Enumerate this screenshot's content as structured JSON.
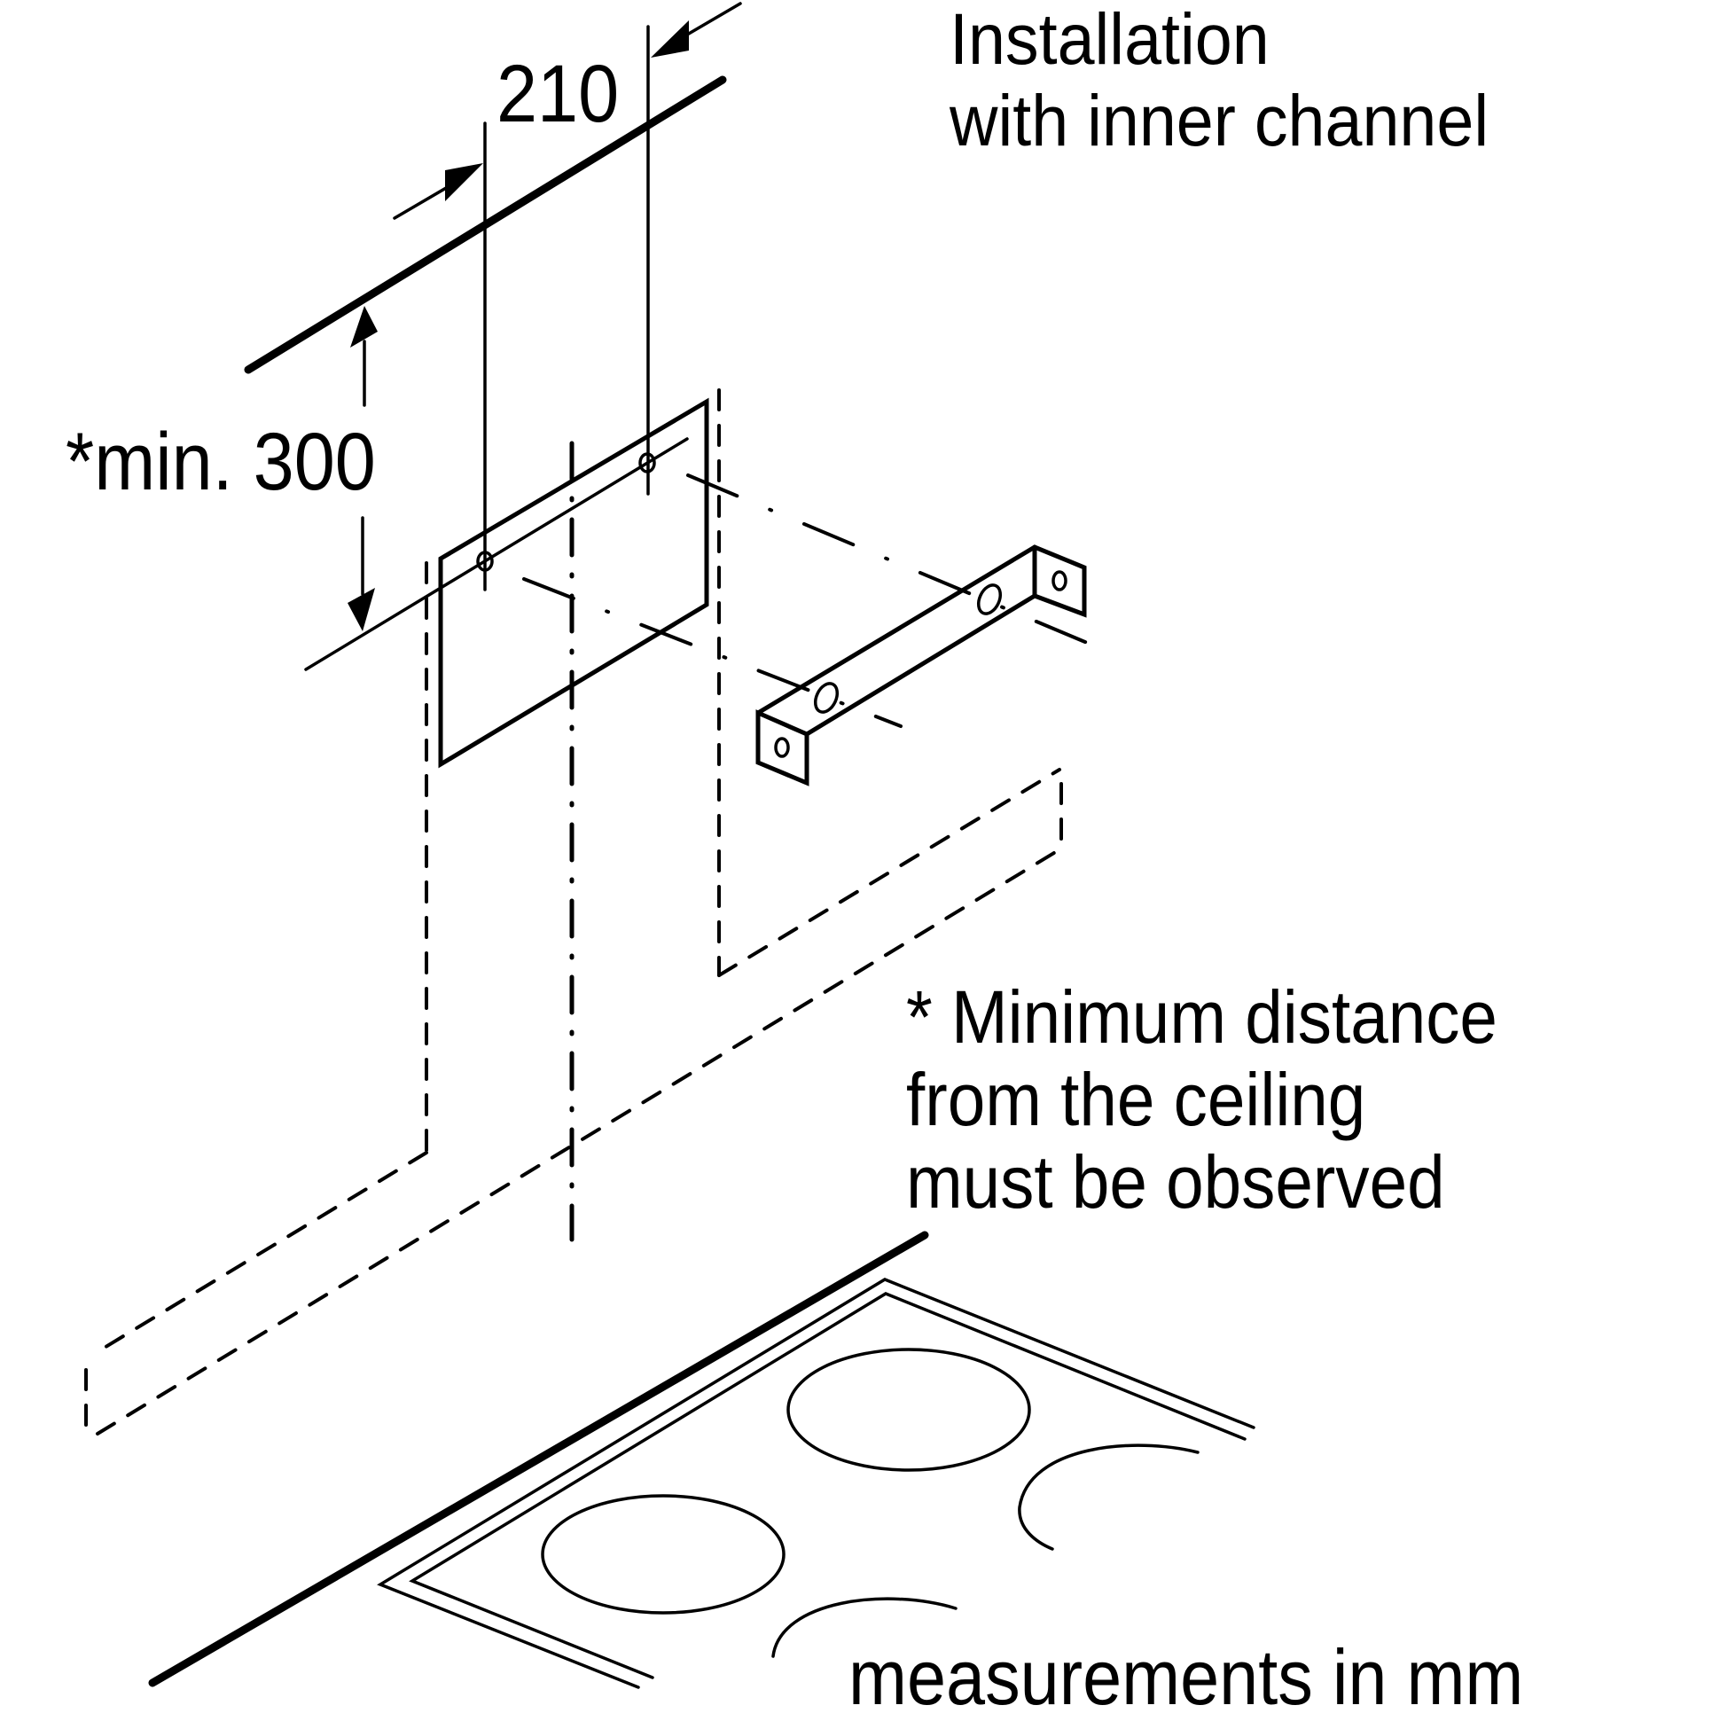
{
  "diagram": {
    "title_lines": [
      "Installation",
      "with inner channel"
    ],
    "dimensions": {
      "width_label": "210",
      "min_distance_label": "*min. 300"
    },
    "note_lines": [
      "* Minimum distance",
      "from the ceiling",
      "must be observed"
    ],
    "units_note": "measurements in mm",
    "parts": [
      {
        "name": "ceiling-edge",
        "description": "Ceiling line"
      },
      {
        "name": "mounting-plate",
        "description": "Wall mounting plate with two screw holes"
      },
      {
        "name": "mounting-bracket",
        "description": "Bracket with four holes"
      },
      {
        "name": "hood-outline",
        "description": "Dashed outline of chimney hood"
      },
      {
        "name": "centerline",
        "description": "Dash-dot vertical center axis"
      },
      {
        "name": "hob",
        "description": "Cooktop with four cooking zones"
      }
    ],
    "colors": {
      "ink": "#000000",
      "paper": "#ffffff"
    }
  }
}
